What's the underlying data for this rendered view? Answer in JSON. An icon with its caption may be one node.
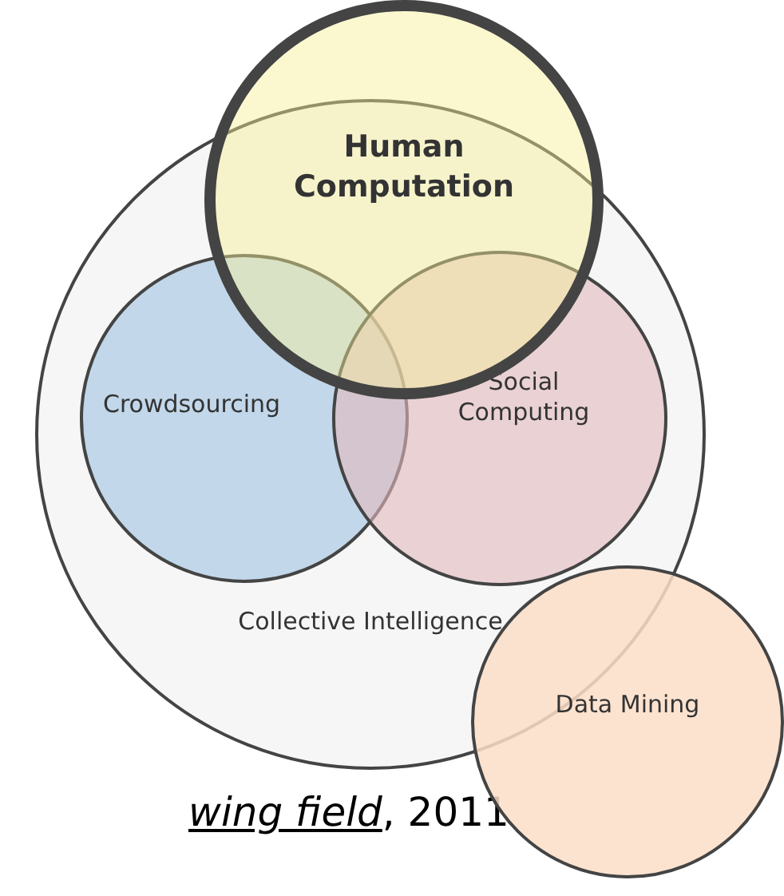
{
  "diagram": {
    "nodes": [
      {
        "text": [
          "Collective Intelligence"
        ]
      },
      {
        "text": [
          "Crowdsourcing"
        ],
        "in": 0
      },
      {
        "text": [
          "Social Computing"
        ],
        "in": 0
      },
      {
        "text": [
          "Human Computation"
        ]
      },
      {
        "text": [
          "Data Mining"
        ]
      }
    ],
    "edges": [],
    "labels": [
      "*wing field*, 2011"
    ]
  }
}
